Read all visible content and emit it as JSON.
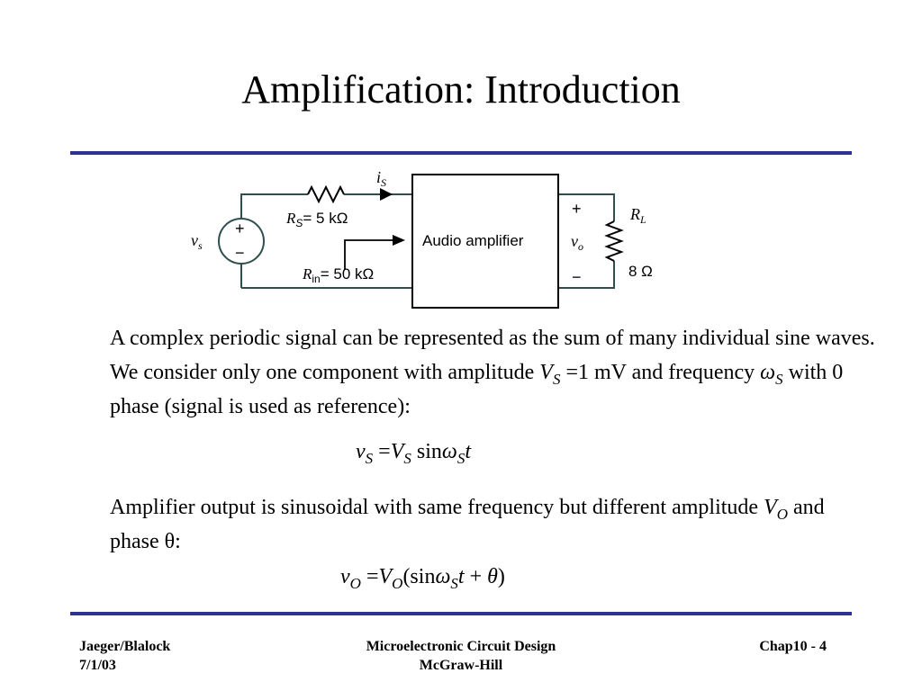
{
  "slide": {
    "title": "Amplification: Introduction"
  },
  "circuit": {
    "current_label_sym": "i",
    "current_label_sub": "S",
    "rs_sym": "R",
    "rs_sub": "S",
    "rs_value": "= 5 kΩ",
    "rin_sym": "R",
    "rin_sub": "in",
    "rin_value": "= 50 kΩ",
    "source_sym": "v",
    "source_sub": "s",
    "source_plus": "+",
    "source_minus": "−",
    "amplifier_label": "Audio amplifier",
    "out_plus": "+",
    "out_minus": "−",
    "vo_sym": "v",
    "vo_sub": "o",
    "rl_sym": "R",
    "rl_sub": "L",
    "rl_value": "8 Ω",
    "colors": {
      "wire": "#2f4f4f",
      "amp_box": "#000000"
    }
  },
  "body": {
    "p1_text": "A complex periodic signal can be represented as the sum of  many individual sine waves. We consider only one component with amplitude ",
    "p1_V": "V",
    "p1_Vsub": "S",
    "p1_mid": " =1 mV and frequency ",
    "p1_w": "ω",
    "p1_wsub": "S",
    "p1_end": " with 0 phase (signal is used as reference):",
    "eq1": {
      "lhs": "v",
      "lhs_sub": "S",
      "eq": " =",
      "amp": "V",
      "amp_sub": "S",
      "func": " sin",
      "omega": "ω",
      "omega_sub": "S",
      "t": "t"
    },
    "p2_text": "Amplifier output is sinusoidal with same frequency but different amplitude ",
    "p2_V": "V",
    "p2_Vsub": "O",
    "p2_end": " and phase θ:",
    "eq2": {
      "lhs": "v",
      "lhs_sub": "O",
      "eq": " =",
      "amp": "V",
      "amp_sub": "O",
      "open": "(sin",
      "omega": "ω",
      "omega_sub": "S",
      "t": "t",
      "plus": " + ",
      "theta": "θ",
      "close": ")"
    }
  },
  "footer": {
    "authors": "Jaeger/Blalock",
    "date": "7/1/03",
    "book": "Microelectronic Circuit Design",
    "publisher": "McGraw-Hill",
    "page": "Chap10 - 4"
  },
  "colors": {
    "rule": "#2e3192"
  }
}
